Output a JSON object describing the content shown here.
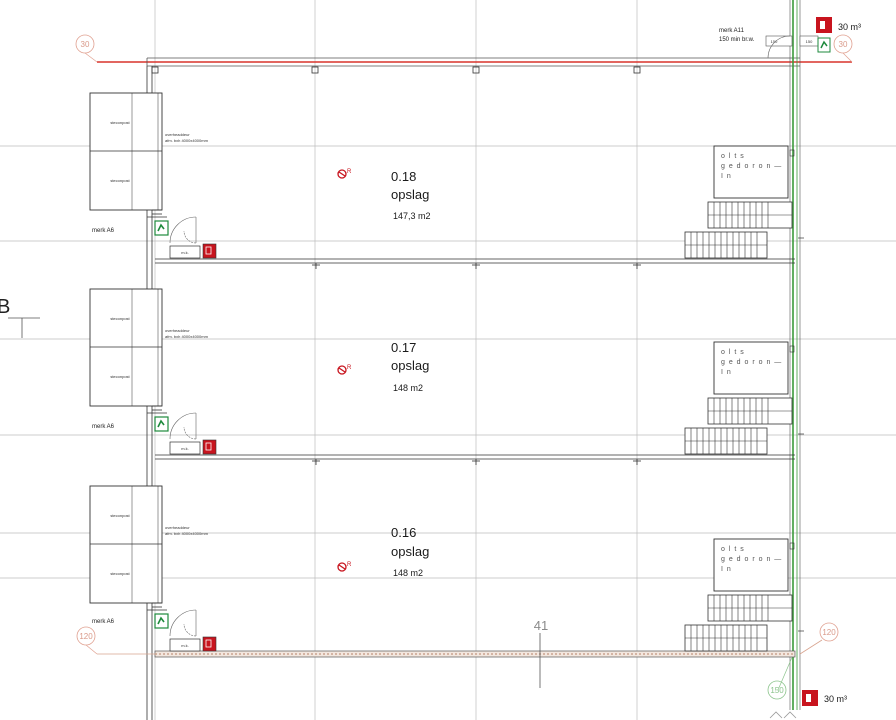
{
  "top_label": {
    "merk": "merk A11",
    "rating": "150 min br.w.",
    "dim_a": "150",
    "dim_b": "150"
  },
  "hydrants": {
    "top": "30 m³",
    "bottom": "30 m³"
  },
  "grid_markers": {
    "top_left": "30",
    "top_right": "30",
    "bottom_left": "120",
    "bottom_right": "120",
    "bottom_green": "150",
    "axis_number": "41"
  },
  "section_letter": "B",
  "rooms": [
    {
      "number": "0.18",
      "name": "opslag",
      "area": "147,3 m2",
      "door_label": "merk A6",
      "shutter_label": "steconpost",
      "overhead_title": "overheaddeur",
      "overhead_size": "afm. bxh 4000x4000mm",
      "meter": "m.k."
    },
    {
      "number": "0.17",
      "name": "opslag",
      "area": "148 m2",
      "door_label": "merk A6",
      "shutter_label": "steconpost",
      "overhead_title": "overheaddeur",
      "overhead_size": "afm. bxh 4000x4000mm",
      "meter": "m.k."
    },
    {
      "number": "0.16",
      "name": "opslag",
      "area": "148 m2",
      "door_label": "merk A6",
      "shutter_label": "steconpost",
      "overhead_title": "overheaddeur",
      "overhead_size": "afm. bxh 4000x4000mm",
      "meter": "m.k."
    }
  ],
  "colors": {
    "wall_red": "#d9332b",
    "wall_green": "#3a9a3a",
    "exit_green": "#1e8a3c",
    "fire_red": "#c8141e",
    "grid": "#bdbdbd"
  }
}
